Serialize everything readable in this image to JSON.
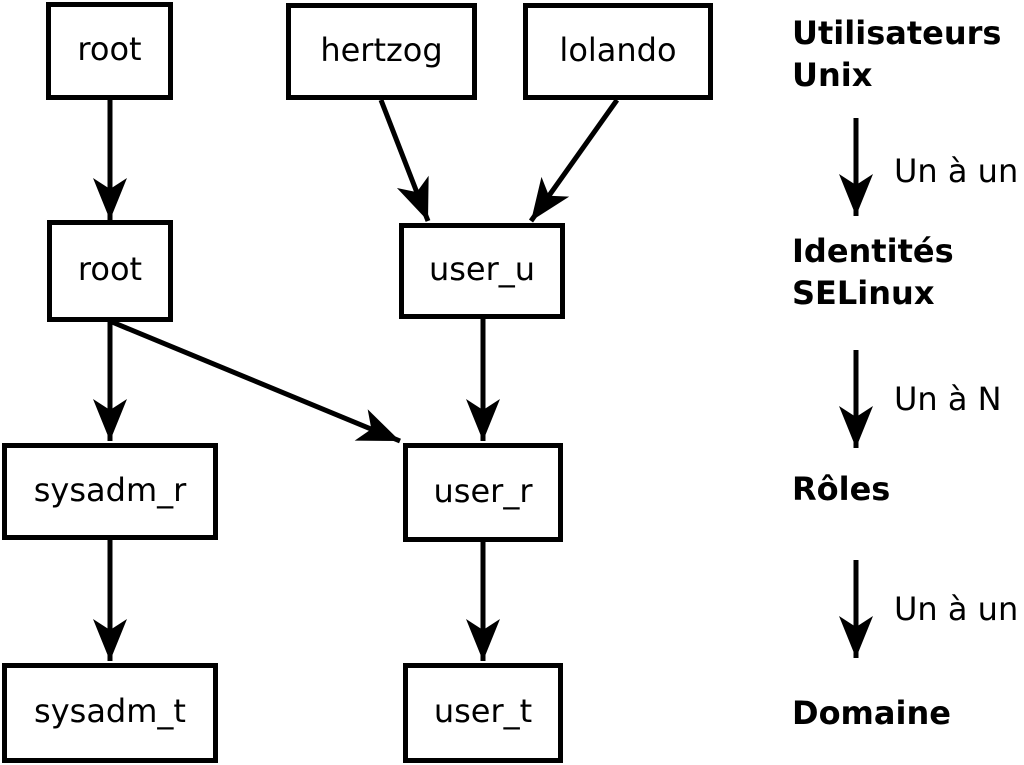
{
  "diagram": {
    "nodes": [
      {
        "id": "root_unix",
        "label": "root"
      },
      {
        "id": "hertzog",
        "label": "hertzog"
      },
      {
        "id": "lolando",
        "label": "lolando"
      },
      {
        "id": "root_selinux",
        "label": "root"
      },
      {
        "id": "user_u",
        "label": "user_u"
      },
      {
        "id": "sysadm_r",
        "label": "sysadm_r"
      },
      {
        "id": "user_r",
        "label": "user_r"
      },
      {
        "id": "sysadm_t",
        "label": "sysadm_t"
      },
      {
        "id": "user_t",
        "label": "user_t"
      }
    ],
    "edges": [
      {
        "from": "root_unix",
        "to": "root_selinux"
      },
      {
        "from": "hertzog",
        "to": "user_u"
      },
      {
        "from": "lolando",
        "to": "user_u"
      },
      {
        "from": "root_selinux",
        "to": "sysadm_r"
      },
      {
        "from": "root_selinux",
        "to": "user_r"
      },
      {
        "from": "user_u",
        "to": "user_r"
      },
      {
        "from": "sysadm_r",
        "to": "sysadm_t"
      },
      {
        "from": "user_r",
        "to": "user_t"
      }
    ]
  },
  "legend": {
    "levels": [
      {
        "label": "Utilisateurs\nUnix"
      },
      {
        "label": "Identités\nSELinux"
      },
      {
        "label": "Rôles"
      },
      {
        "label": "Domaine"
      }
    ],
    "relations": [
      {
        "label": "Un à un"
      },
      {
        "label": "Un à N"
      },
      {
        "label": "Un à un"
      }
    ]
  },
  "colors": {
    "foreground": "#000000",
    "background": "#ffffff"
  }
}
